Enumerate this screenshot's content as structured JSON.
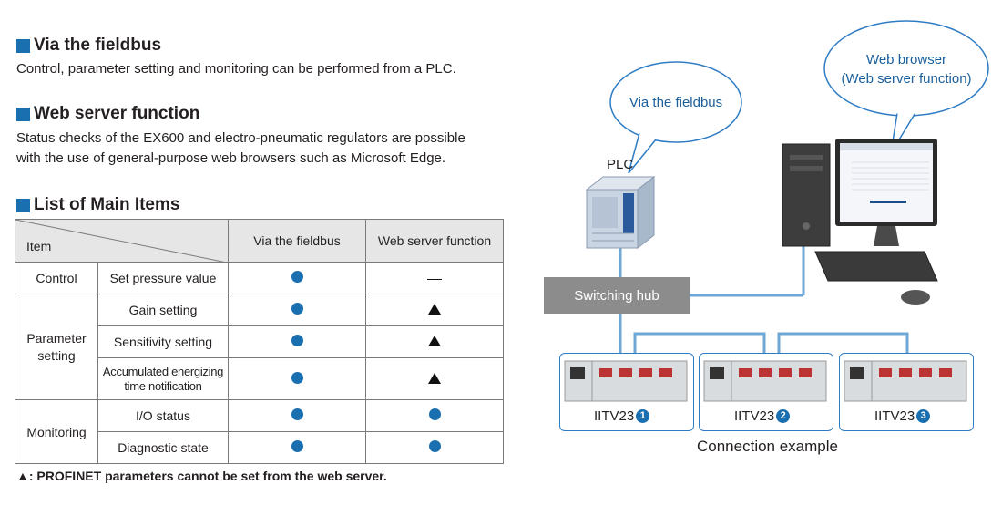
{
  "sections": {
    "fieldbus": {
      "title": "Via the fieldbus",
      "text": "Control, parameter setting and monitoring can be performed from a PLC."
    },
    "webserver": {
      "title": "Web server function",
      "line1": "Status checks of the EX600 and electro-pneumatic regulators are possible",
      "line2": "with the use of general-purpose web browsers such as Microsoft Edge."
    },
    "list": {
      "title": "List of Main Items"
    }
  },
  "table": {
    "header_item": "Item",
    "col_fieldbus": "Via the fieldbus",
    "col_web": "Web server function",
    "rows": [
      {
        "group": "Control",
        "item": "Set pressure value"
      },
      {
        "group": "Parameter setting",
        "item": "Gain setting"
      },
      {
        "item": "Sensitivity setting"
      },
      {
        "item_line1": "Accumulated energizing",
        "item_line2": "time notification"
      },
      {
        "group": "Monitoring",
        "item": "I/O status"
      },
      {
        "item": "Diagnostic state"
      }
    ],
    "symbols": {
      "supported": "●",
      "limited": "▲",
      "not_supported": "—"
    },
    "marks": [
      [
        "supported",
        "not_supported"
      ],
      [
        "supported",
        "limited"
      ],
      [
        "supported",
        "limited"
      ],
      [
        "supported",
        "limited"
      ],
      [
        "supported",
        "supported"
      ],
      [
        "supported",
        "supported"
      ]
    ]
  },
  "footnote": "▲: PROFINET parameters cannot be set from the web server.",
  "diagram": {
    "bubble_fieldbus": "Via the fieldbus",
    "bubble_web_line1": "Web browser",
    "bubble_web_line2": "(Web server function)",
    "plc_label": "PLC",
    "hub_label": "Switching hub",
    "devices": [
      {
        "label": "IITV23",
        "num": "1"
      },
      {
        "label": "IITV23",
        "num": "2"
      },
      {
        "label": "IITV23",
        "num": "3"
      }
    ],
    "caption": "Connection example",
    "colors": {
      "accent": "#1a6fb0",
      "line": "#6ea7d6",
      "hub": "#8c8c8c"
    }
  }
}
